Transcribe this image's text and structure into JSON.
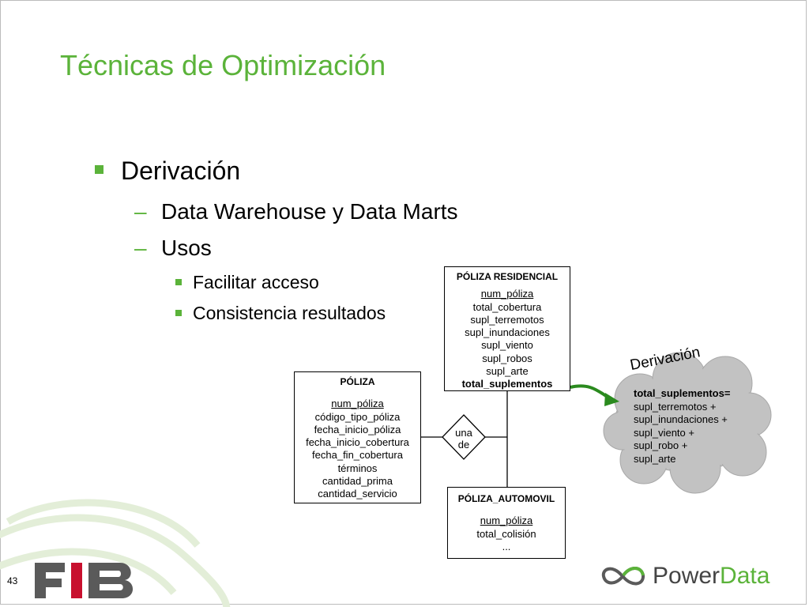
{
  "slide": {
    "title": "Técnicas de Optimización",
    "page_number": "43"
  },
  "bullets": {
    "level1": "Derivación",
    "level2": [
      "Data Warehouse y Data Marts",
      "Usos"
    ],
    "level3": [
      "Facilitar acceso",
      "Consistencia resultados"
    ]
  },
  "diagram": {
    "poliza": {
      "header": "PÓLIZA",
      "key": "num_póliza",
      "attributes": [
        "código_tipo_póliza",
        "fecha_inicio_póliza",
        "fecha_inicio_cobertura",
        "fecha_fin_cobertura",
        "términos",
        "cantidad_prima",
        "cantidad_servicio"
      ]
    },
    "residencial": {
      "header": "PÓLIZA RESIDENCIAL",
      "key": "num_póliza",
      "attributes": [
        "total_cobertura",
        "supl_terremotos",
        "supl_inundaciones",
        "supl_viento",
        "supl_robos",
        "supl_arte"
      ],
      "derived": "total_suplementos"
    },
    "automovil": {
      "header": "PÓLIZA_AUTOMOVIL",
      "key": "num_póliza",
      "attributes": [
        "total_colisión",
        "..."
      ]
    },
    "relationship": {
      "line1": "una",
      "line2": "de"
    },
    "derivation": {
      "label": "Derivación",
      "formula_head": "total_suplementos=",
      "formula_lines": [
        "supl_terremotos +",
        "supl_inundaciones +",
        "supl_viento +",
        "supl_robo +",
        "supl_arte"
      ]
    }
  },
  "logos": {
    "fib": "FIB",
    "powerdata_power": "Power",
    "powerdata_data": "Data"
  },
  "colors": {
    "accent_green": "#5bb33a",
    "arrow_green": "#2a8a1e",
    "cloud_gray": "#c2c2c2",
    "fib_gray": "#5a5a5a",
    "fib_red": "#c8102e"
  }
}
